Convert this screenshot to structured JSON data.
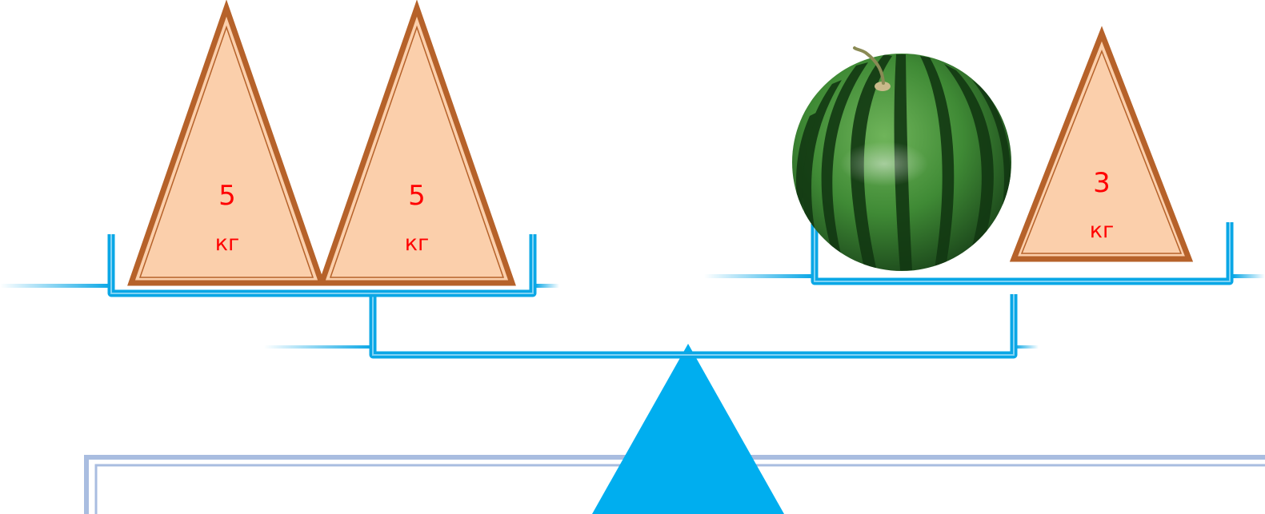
{
  "scale": {
    "colors": {
      "beam": "#0aa7e6",
      "beam_light": "#7fd3f5",
      "fulcrum": "#00aeef",
      "weight_fill": "#fbcfab",
      "weight_border": "#b6622a",
      "label": "#ff0000",
      "frame": "#a9bde0"
    },
    "left_pan": {
      "weights": [
        {
          "value": "5",
          "unit": "кг"
        },
        {
          "value": "5",
          "unit": "кг"
        }
      ]
    },
    "right_pan": {
      "item": "watermelon",
      "weights": [
        {
          "value": "3",
          "unit": "кг"
        }
      ]
    }
  }
}
